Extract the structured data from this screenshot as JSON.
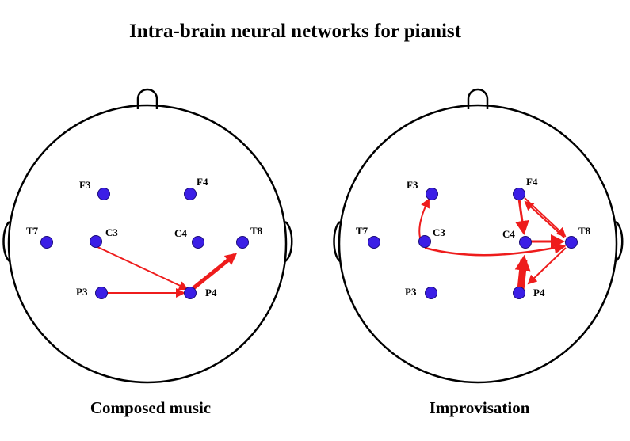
{
  "title": "Intra-brain neural networks for pianist",
  "panels": [
    {
      "caption": "Composed music",
      "electrodes": [
        "F3",
        "F4",
        "T7",
        "C3",
        "C4",
        "T8",
        "P3",
        "P4"
      ],
      "connections": [
        {
          "from": "C3",
          "to": "P4",
          "strength": "thin"
        },
        {
          "from": "P3",
          "to": "P4",
          "strength": "thin"
        },
        {
          "from": "P4",
          "to": "T8",
          "strength": "thick"
        }
      ]
    },
    {
      "caption": "Improvisation",
      "electrodes": [
        "F3",
        "F4",
        "T7",
        "C3",
        "C4",
        "T8",
        "P3",
        "P4"
      ],
      "connections": [
        {
          "from": "C3",
          "to": "F3",
          "strength": "thin"
        },
        {
          "from": "C3",
          "to": "T8",
          "strength": "thin"
        },
        {
          "from": "F4",
          "to": "C4",
          "strength": "medium"
        },
        {
          "from": "F4",
          "to": "T8",
          "strength": "thin"
        },
        {
          "from": "C4",
          "to": "T8",
          "strength": "medium"
        },
        {
          "from": "T8",
          "to": "F4",
          "strength": "thin"
        },
        {
          "from": "T8",
          "to": "P4",
          "strength": "thin"
        },
        {
          "from": "P4",
          "to": "C4",
          "strength": "very-thick"
        }
      ]
    }
  ],
  "colors": {
    "arrow": "#ee1c1c",
    "electrode": "#3b1ee6",
    "outline": "#000000"
  }
}
